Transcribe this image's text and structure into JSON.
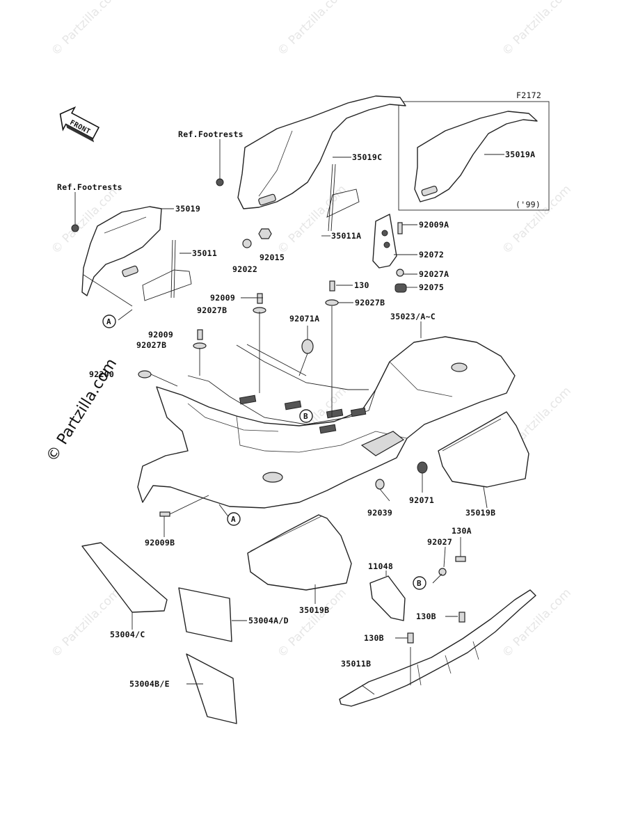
{
  "watermark": "© Partzilla.com",
  "copyright": "© Partzilla.com",
  "figure_code": "F2172",
  "front_arrow": "FRONT",
  "inset_note": "('99)",
  "refs": {
    "ref_a": "A",
    "ref_b": "B"
  },
  "labels": {
    "ref_footrests_1": "Ref.Footrests",
    "ref_footrests_2": "Ref.Footrests",
    "p35019c": "35019C",
    "p35019a": "35019A",
    "p35019": "35019",
    "p35011": "35011",
    "p35011a": "35011A",
    "p92022": "92022",
    "p92015": "92015",
    "p92009a": "92009A",
    "p92072": "92072",
    "p92027a": "92027A",
    "p92075": "92075",
    "p130": "130",
    "p92027b_1": "92027B",
    "p92009_1": "92009",
    "p92027b_2": "92027B",
    "p92071a": "92071A",
    "p35023": "35023/A~C",
    "p92009_2": "92009",
    "p92027b_3": "92027B",
    "p92200": "92200",
    "p92071": "92071",
    "p35019b_1": "35019B",
    "p92039": "92039",
    "p92009b": "92009B",
    "p130a": "130A",
    "p92027": "92027",
    "p11048": "11048",
    "p35019b_2": "35019B",
    "p130b_1": "130B",
    "p130b_2": "130B",
    "p53004c": "53004/C",
    "p53004ad": "53004A/D",
    "p35011b": "35011B",
    "p53004be": "53004B/E"
  }
}
